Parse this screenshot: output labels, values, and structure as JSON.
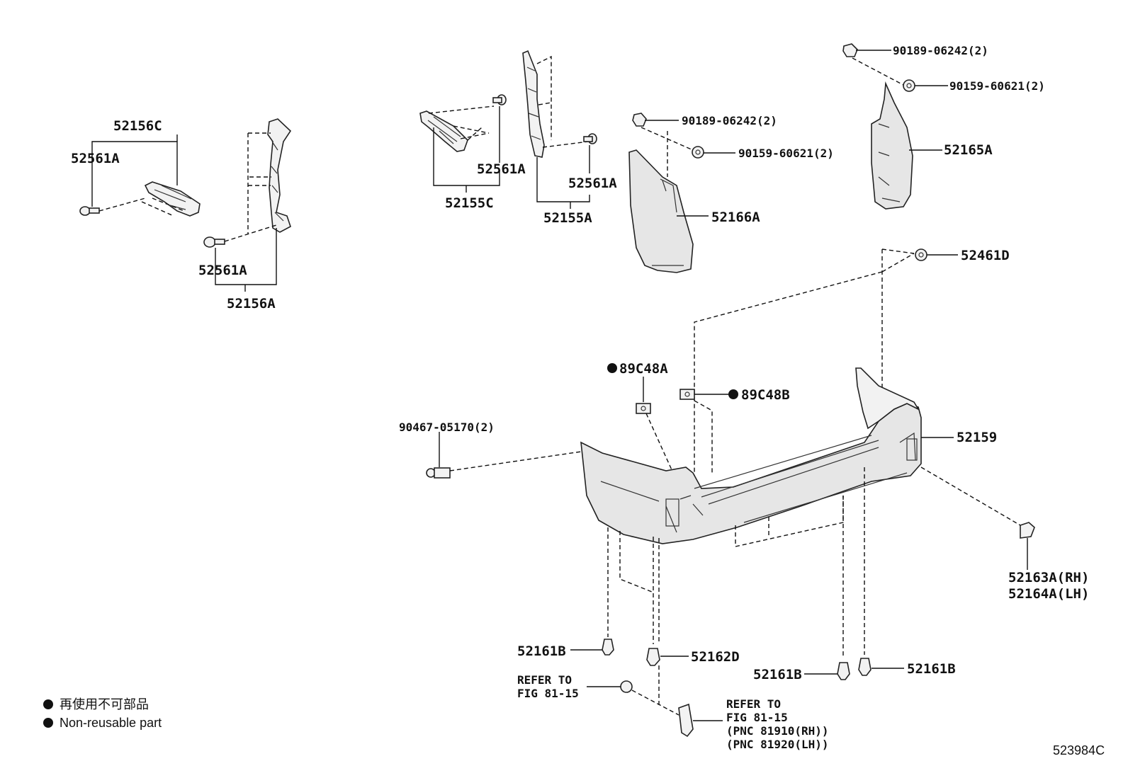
{
  "labels": {
    "p52156C": "52156C",
    "p52561A_1": "52561A",
    "p52561A_2": "52561A",
    "p52156A": "52156A",
    "p52561A_3": "52561A",
    "p52155C": "52155C",
    "p52561A_4": "52561A",
    "p52155A": "52155A",
    "p90189_1": "90189-06242(2)",
    "p90159_1": "90159-60621(2)",
    "p52166A": "52166A",
    "p90189_2": "90189-06242(2)",
    "p90159_2": "90159-60621(2)",
    "p52165A": "52165A",
    "p52461D": "52461D",
    "p89C48A": "89C48A",
    "p89C48B": "89C48B",
    "p90467": "90467-05170(2)",
    "p52159": "52159",
    "p52163A": "52163A(RH)",
    "p52164A": "52164A(LH)",
    "p52161B_1": "52161B",
    "p52162D": "52162D",
    "p52161B_2": "52161B",
    "p52161B_3": "52161B",
    "refer1_l1": "REFER TO",
    "refer1_l2": "FIG 81-15",
    "refer2_l1": "REFER TO",
    "refer2_l2": "FIG 81-15",
    "refer2_l3": "(PNC 81910(RH))",
    "refer2_l4": "(PNC 81920(LH))"
  },
  "legend": {
    "jp": "再使用不可部品",
    "en": "Non-reusable part"
  },
  "diagram_code": "523984C"
}
